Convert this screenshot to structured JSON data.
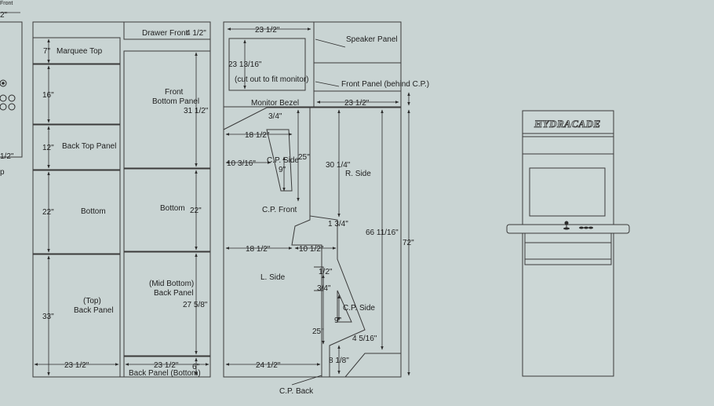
{
  "edge_left": {
    "front": "Front",
    "dim_top": "2\"",
    "dim_mid": "1/2\"",
    "frag": "p"
  },
  "sheet1": {
    "drawer_front": "Drawer Front",
    "drawer_dim": "4 1/2\"",
    "marquee_top": "Marquee Top",
    "marquee_dim": "7\"",
    "panel16_dim": "16\"",
    "back_top_panel": "Back Top Panel",
    "back_top_dim": "12\"",
    "bottom_left": "Bottom",
    "bottom_left_dim": "22\"",
    "top_back_1": "(Top)",
    "top_back_2": "Back Panel",
    "top_back_dim": "33\"",
    "width_left": "23 1/2\"",
    "front_bottom_1": "Front",
    "front_bottom_2": "Bottom Panel",
    "front_bottom_dim": "31 1/2\"",
    "bottom_right": "Bottom",
    "bottom_right_dim": "22\"",
    "mid_bottom_1": "(Mid Bottom)",
    "mid_bottom_2": "Back Panel",
    "mid_bottom_dim": "27 5/8\"",
    "width_right": "23 1/2\"",
    "back_bottom_dim": "6\"",
    "back_panel_bottom": "Back Panel (Bottom)"
  },
  "sheet2": {
    "top_width": "23 1/2\"",
    "monitor_dim": "23 13/16\"",
    "monitor_note": "(cut out to fit monitor)",
    "speaker_panel": "Speaker Panel",
    "front_panel": "Front Panel (behind C.P.)",
    "front_panel_width": "23 1/2\"",
    "monitor_bezel": "Monitor Bezel",
    "dim_3_4": "3/4\"",
    "dim_18_1": "18 1/2\"",
    "dim_25_1": "25\"",
    "dim_10_3_16": "10 3/16\"",
    "cp_side_1": "C.P. Side",
    "dim_9_1": "9\"",
    "cp_front": "C.P. Front",
    "dim_30_1_4": "30 1/4\"",
    "r_side": "R. Side",
    "dim_1_3_4": "1 3/4\"",
    "dim_66": "66 11/16\"",
    "dim_72": "72\"",
    "dim_18_2": "18 1/2\"",
    "dim_10_1_2": "10 1/2\"",
    "l_side": "L. Side",
    "dim_1_2": "1/2\"",
    "dim_3_4b": "3/4\"",
    "cp_side_2": "C.P. Side",
    "dim_9_2": "9\"",
    "dim_25_2": "25\"",
    "dim_4_5_16": "4 5/16\"",
    "dim_24_1_2": "24 1/2\"",
    "dim_8_1_8": "8 1/8\"",
    "cp_back": "C.P. Back"
  },
  "cabinet": {
    "logo": "HYDRACADE"
  },
  "chart_data": {
    "type": "table",
    "panels": [
      {
        "name": "Drawer Front",
        "dimensions": [
          "4 1/2\""
        ]
      },
      {
        "name": "Marquee Top",
        "dimensions": [
          "7\""
        ]
      },
      {
        "name": "Back Top Panel",
        "dimensions": [
          "12\""
        ]
      },
      {
        "name": "Bottom",
        "dimensions": [
          "22\"",
          "23 1/2\""
        ]
      },
      {
        "name": "(Top) Back Panel",
        "dimensions": [
          "33\"",
          "23 1/2\""
        ]
      },
      {
        "name": "Front Bottom Panel",
        "dimensions": [
          "31 1/2\""
        ]
      },
      {
        "name": "(Mid Bottom) Back Panel",
        "dimensions": [
          "27 5/8\"",
          "23 1/2\""
        ]
      },
      {
        "name": "Back Panel (Bottom)",
        "dimensions": [
          "6\""
        ]
      },
      {
        "name": "Speaker Panel",
        "dimensions": [
          "23 1/2\""
        ]
      },
      {
        "name": "Monitor Bezel",
        "dimensions": [
          "23 13/16\""
        ]
      },
      {
        "name": "Front Panel (behind C.P.)",
        "dimensions": [
          "23 1/2\""
        ]
      },
      {
        "name": "C.P. Side",
        "dimensions": [
          "25\"",
          "9\"",
          "10 3/16\"",
          "3/4\""
        ]
      },
      {
        "name": "C.P. Front",
        "dimensions": [
          "1 3/4\""
        ]
      },
      {
        "name": "R. Side",
        "dimensions": [
          "30 1/4\"",
          "66 11/16\"",
          "72\"",
          "24 1/2\""
        ]
      },
      {
        "name": "L. Side",
        "dimensions": [
          "18 1/2\"",
          "10 1/2\"",
          "24 1/2\"",
          "72\""
        ]
      },
      {
        "name": "C.P. Back",
        "dimensions": [
          "8 1/8\"",
          "4 5/16\""
        ]
      }
    ]
  }
}
